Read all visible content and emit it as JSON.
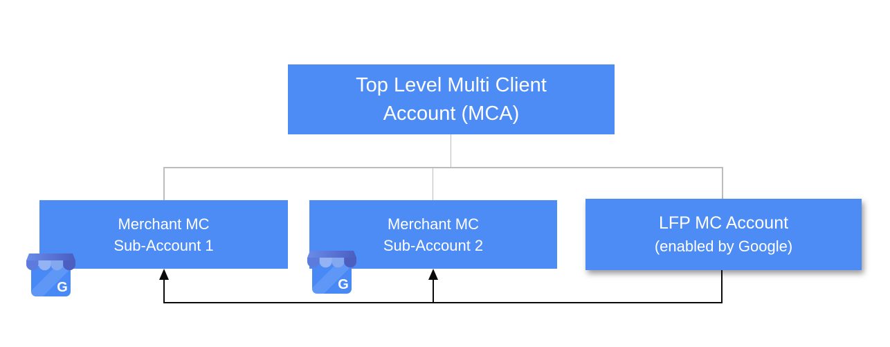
{
  "nodes": {
    "mca": {
      "line1": "Top Level Multi Client",
      "line2": "Account (MCA)"
    },
    "sub1": {
      "line1": "Merchant MC",
      "line2": "Sub-Account 1"
    },
    "sub2": {
      "line1": "Merchant MC",
      "line2": "Sub-Account 2"
    },
    "lfp": {
      "line1": "LFP MC Account",
      "line2": "(enabled by Google)"
    }
  },
  "icons": {
    "gmb_name": "google-business-profile-storefront-icon",
    "gmb_letter": "G"
  },
  "colors": {
    "node_fill": "#4d8bf5",
    "node_text": "#ffffff",
    "connector_gray": "#bcbcbc",
    "arrow_black": "#0a0a0a",
    "background": "#ffffff",
    "gmb_body": "#4989f5",
    "gmb_band_left": "#6a8ce8",
    "gmb_band_right": "#4a5dc1",
    "gmb_scallops": [
      "#5c7bdd",
      "#93b3f4",
      "#84a8ef",
      "#4c5fc1"
    ]
  }
}
